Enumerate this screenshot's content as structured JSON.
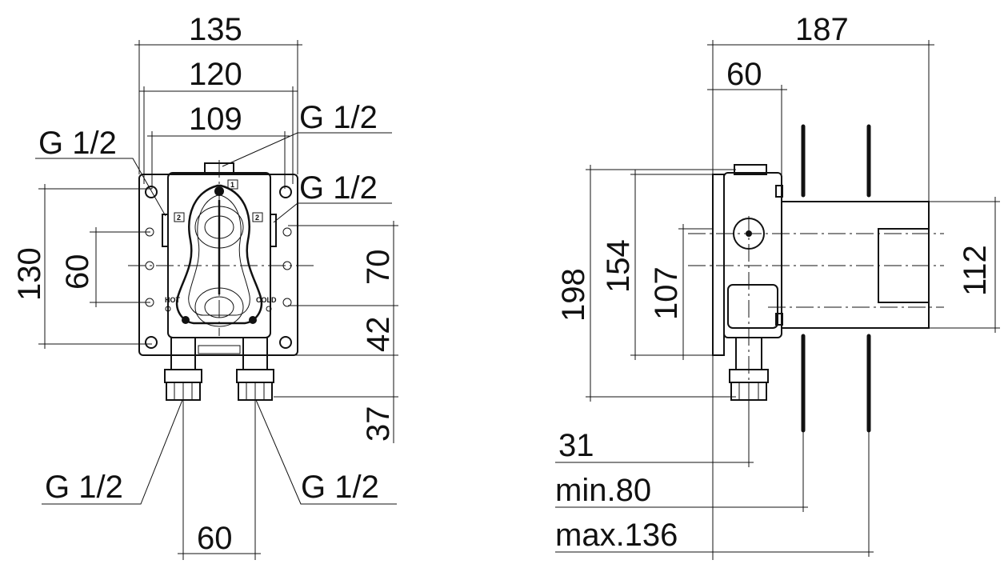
{
  "front_view": {
    "width_outer": "135",
    "width_mid": "120",
    "width_inner": "109",
    "thread_top": "G 1/2",
    "thread_left": "G 1/2",
    "thread_right": "G 1/2",
    "height_total": "130",
    "height_mounting": "60",
    "height_70": "70",
    "height_42": "42",
    "height_37": "37",
    "thread_bottom_left": "G 1/2",
    "thread_bottom_right": "G 1/2",
    "spacing_bottom": "60",
    "label_hot": "HOT",
    "label_cold": "COLD",
    "marker_1": "1",
    "marker_2_left": "2",
    "marker_2_right": "2"
  },
  "side_view": {
    "depth_total": "187",
    "depth_60": "60",
    "height_198": "198",
    "height_154": "154",
    "height_107": "107",
    "height_112": "112",
    "dim_31": "31",
    "min_depth": "min.80",
    "max_depth": "max.136"
  }
}
